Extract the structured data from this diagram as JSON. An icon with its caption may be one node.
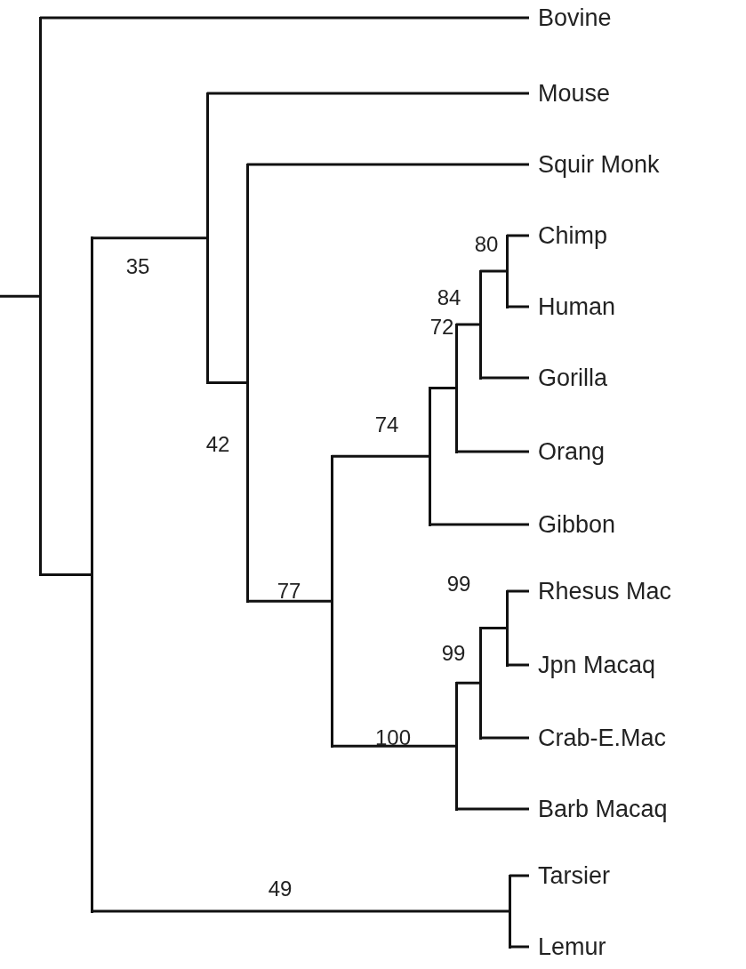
{
  "diagram": {
    "nodes": [
      {
        "text": [],
        "shape": "bar"
      },
      {
        "text": [
          "Bovine"
        ]
      },
      {
        "text": [],
        "shape": "bar"
      },
      {
        "text": [],
        "shape": "bar",
        "beside": [
          "35"
        ]
      },
      {
        "text": [
          "Mouse"
        ]
      },
      {
        "text": [],
        "shape": "bar",
        "beside": [
          "42"
        ]
      },
      {
        "text": [
          "Squir Monk"
        ]
      },
      {
        "text": [],
        "shape": "bar",
        "beside": [
          "77"
        ]
      },
      {
        "text": [],
        "shape": "bar",
        "beside": [
          "74"
        ]
      },
      {
        "text": [],
        "shape": "bar",
        "beside": [
          "72"
        ]
      },
      {
        "text": [],
        "shape": "bar",
        "beside": [
          "84"
        ]
      },
      {
        "text": [],
        "shape": "bar",
        "beside": [
          "80"
        ]
      },
      {
        "text": [
          "Chimp"
        ]
      },
      {
        "text": [
          "Human"
        ]
      },
      {
        "text": [
          "Gorilla"
        ]
      },
      {
        "text": [
          "Orang"
        ]
      },
      {
        "text": [
          "Gibbon"
        ]
      },
      {
        "text": [],
        "shape": "bar",
        "beside": [
          "100"
        ]
      },
      {
        "text": [],
        "shape": "bar",
        "beside": [
          "99"
        ]
      },
      {
        "text": [],
        "shape": "bar",
        "beside": [
          "99"
        ]
      },
      {
        "text": [
          "Rhesus Mac"
        ]
      },
      {
        "text": [
          "Jpn Macaq"
        ]
      },
      {
        "text": [
          "Crab-E.Mac"
        ]
      },
      {
        "text": [
          "Barb Macaq"
        ]
      },
      {
        "text": [],
        "shape": "bar"
      },
      {
        "text": [
          "Tarsier"
        ]
      },
      {
        "text": [
          "Lemur"
        ]
      }
    ],
    "edges": [
      {
        "from": null,
        "to": 0,
        "arrow": "none"
      },
      {
        "from": 0,
        "to": 1,
        "arrow": "none"
      },
      {
        "from": 0,
        "to": 2,
        "arrow": "none"
      },
      {
        "from": 2,
        "to": 3,
        "arrow": "none"
      },
      {
        "from": 2,
        "to": 24,
        "arrow": "none"
      },
      {
        "from": 3,
        "to": 4,
        "arrow": "none"
      },
      {
        "from": 3,
        "to": 5,
        "arrow": "none"
      },
      {
        "from": 5,
        "to": 6,
        "arrow": "none"
      },
      {
        "from": 5,
        "to": 7,
        "arrow": "none"
      },
      {
        "from": 7,
        "to": 8,
        "arrow": "none"
      },
      {
        "from": 7,
        "to": 17,
        "arrow": "none"
      },
      {
        "from": 8,
        "to": 9,
        "arrow": "none"
      },
      {
        "from": 8,
        "to": 16,
        "arrow": "none"
      },
      {
        "from": 9,
        "to": 10,
        "arrow": "none"
      },
      {
        "from": 9,
        "to": 15,
        "arrow": "none"
      },
      {
        "from": 10,
        "to": 11,
        "arrow": "none"
      },
      {
        "from": 10,
        "to": 14,
        "arrow": "none"
      },
      {
        "from": 11,
        "to": 12,
        "arrow": "none"
      },
      {
        "from": 11,
        "to": 13,
        "arrow": "none"
      },
      {
        "from": 17,
        "to": 18,
        "arrow": "none"
      },
      {
        "from": 17,
        "to": 23,
        "arrow": "none"
      },
      {
        "from": 18,
        "to": 19,
        "arrow": "none"
      },
      {
        "from": 18,
        "to": 22,
        "arrow": "none"
      },
      {
        "from": 19,
        "to": 20,
        "arrow": "none"
      },
      {
        "from": 19,
        "to": 21,
        "arrow": "none"
      },
      {
        "from": 24,
        "to": 25,
        "arrow": "none"
      },
      {
        "from": 24,
        "to": 26,
        "arrow": "none"
      }
    ],
    "labels": [
      "49"
    ]
  }
}
